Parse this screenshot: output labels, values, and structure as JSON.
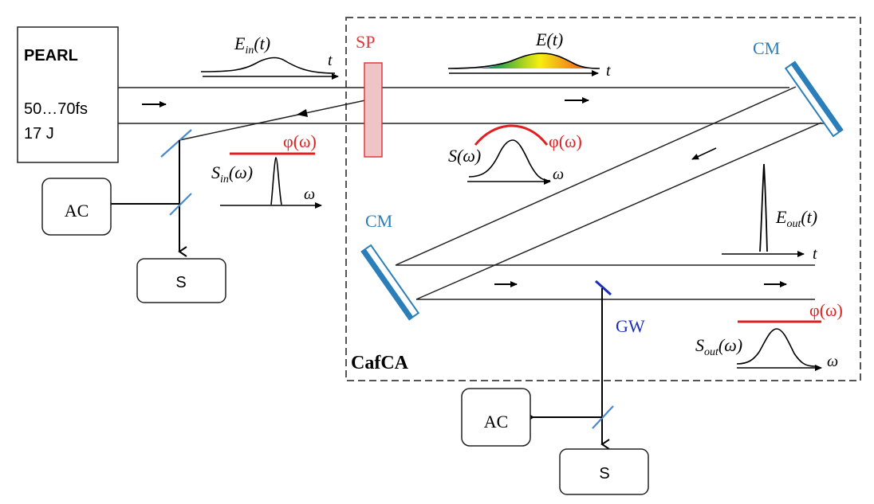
{
  "laser": {
    "name": "PEARL",
    "pulse_duration": "50…70fs",
    "energy": "17 J"
  },
  "cafca_box": {
    "label": "CafCA"
  },
  "components": {
    "sp": "SP",
    "cm_top": "CM",
    "cm_bottom": "CM",
    "gw": "GW"
  },
  "diagnostics": {
    "input_ac": "AC",
    "input_s": "S",
    "output_ac": "AC",
    "output_s": "S"
  },
  "plots": {
    "ein": {
      "label_main": "E",
      "label_sub": "in",
      "label_arg": "(t)",
      "axis": "t"
    },
    "et": {
      "label": "E(t)",
      "axis": "t"
    },
    "sin": {
      "label_main": "S",
      "label_sub": "in",
      "label_arg": "(ω)",
      "axis": "ω",
      "phase": "φ(ω)"
    },
    "s": {
      "label": "S(ω)",
      "axis": "ω",
      "phase": "φ(ω)"
    },
    "eout": {
      "label_main": "E",
      "label_sub": "out",
      "label_arg": "(t)",
      "axis": "t"
    },
    "sout": {
      "label_main": "S",
      "label_sub": "out",
      "label_arg": "(ω)",
      "axis": "ω",
      "phase": "φ(ω)"
    }
  },
  "beam_arrows": {
    "direction_right": "→"
  },
  "colors": {
    "sp_red": "#e03a3a",
    "sp_fill": "#eec4c6",
    "mirror_blue": "#2a7fba",
    "gw_blue": "#1a2fc0",
    "phase_red": "#e02020",
    "split_mirror_blue": "#4a8ad0"
  }
}
